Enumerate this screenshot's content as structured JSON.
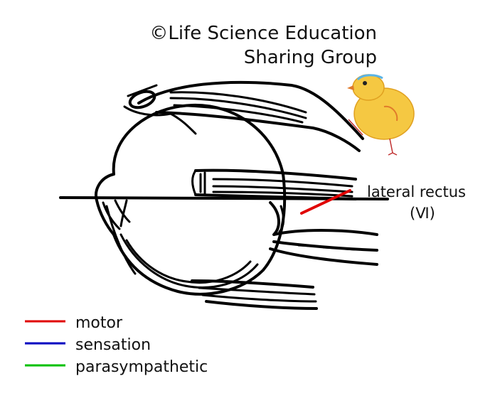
{
  "copyright": {
    "line1": "©Life Science Education",
    "line2": "Sharing Group"
  },
  "muscle_label": {
    "name": "lateral rectus",
    "nerve": "(Ⅵ)"
  },
  "legend": [
    {
      "label": "motor",
      "color": "#e00000"
    },
    {
      "label": "sensation",
      "color": "#0000c0"
    },
    {
      "label": "parasympathetic",
      "color": "#00c000"
    }
  ],
  "colors": {
    "pointer_line": "#e00000",
    "chick_body": "#f5c842",
    "chick_beak": "#e07a2a",
    "chick_band": "#5ab4e6"
  },
  "icons": [
    "chick-mascot-icon"
  ]
}
